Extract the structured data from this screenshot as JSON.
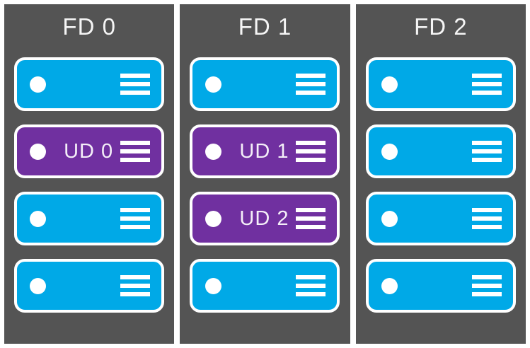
{
  "colors": {
    "page_background": "#ffffff",
    "rack_background": "#545454",
    "server_fill": "#00a9e7",
    "update_domain_fill": "#7030a0",
    "outline_and_icons": "#ffffff",
    "label_text": "#f5f5f5"
  },
  "icons": {
    "dot": "filled-circle",
    "vents": "three-horizontal-lines"
  },
  "racks": [
    {
      "label": "FD 0",
      "servers": [
        {
          "type": "vm",
          "label": ""
        },
        {
          "type": "ud",
          "label": "UD 0"
        },
        {
          "type": "vm",
          "label": ""
        },
        {
          "type": "vm",
          "label": ""
        }
      ]
    },
    {
      "label": "FD 1",
      "servers": [
        {
          "type": "vm",
          "label": ""
        },
        {
          "type": "ud",
          "label": "UD 1"
        },
        {
          "type": "ud",
          "label": "UD 2"
        },
        {
          "type": "vm",
          "label": ""
        }
      ]
    },
    {
      "label": "FD 2",
      "servers": [
        {
          "type": "vm",
          "label": ""
        },
        {
          "type": "vm",
          "label": ""
        },
        {
          "type": "vm",
          "label": ""
        },
        {
          "type": "vm",
          "label": ""
        }
      ]
    }
  ]
}
